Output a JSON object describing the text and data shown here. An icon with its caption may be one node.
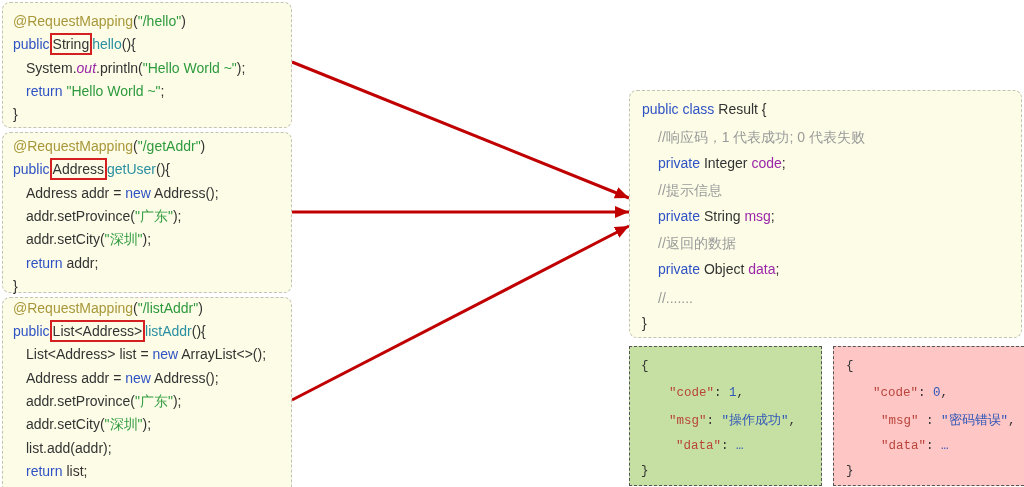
{
  "diagram": {
    "nodes": [
      {
        "text": [
          "@RequestMapping(\"/hello\")",
          "public",
          "hello(){",
          "System.*out*.println(\"Hello World ~\");",
          "return \"Hello World ~\";",
          "}"
        ]
      },
      {
        "text": [
          "String"
        ],
        "in": 0
      },
      {
        "text": [
          "@RequestMapping(\"/getAddr\")",
          "public",
          "getUser(){",
          "Address addr = new Address();",
          "addr.setProvince(\"广东\");",
          "addr.setCity(\"深圳\");",
          "return addr;",
          "}"
        ]
      },
      {
        "text": [
          "Address"
        ],
        "in": 2
      },
      {
        "text": [
          "@RequestMapping(\"/listAddr\")",
          "public",
          "listAddr(){",
          "List<Address> list = new ArrayList<>();",
          "Address addr = new Address();",
          "addr.setProvince(\"广东\");",
          "addr.setCity(\"深圳\");",
          "list.add(addr);",
          "return list;"
        ]
      },
      {
        "text": [
          "List<Address>"
        ],
        "in": 4
      },
      {
        "text": [
          "public class Result {",
          "//响应码，1 代表成功; 0 代表失败",
          "private Integer code;",
          "//提示信息",
          "private String msg;",
          "//返回的数据",
          "private Object data;",
          "//.......",
          "}"
        ]
      },
      {
        "text": [
          "{",
          "\"code\": 1,",
          "\"msg\": \"操作成功\",",
          "\"data\": …",
          "}"
        ]
      },
      {
        "text": [
          "{",
          "\"code\": 0,",
          "\"msg\" : \"密码错误\",",
          "\"data\": …",
          "}"
        ]
      }
    ],
    "edges": [
      {
        "from": 0,
        "to": 6,
        "arrow": "to"
      },
      {
        "from": 2,
        "to": 6,
        "arrow": "to"
      },
      {
        "from": 4,
        "to": 6,
        "arrow": "to"
      }
    ]
  }
}
